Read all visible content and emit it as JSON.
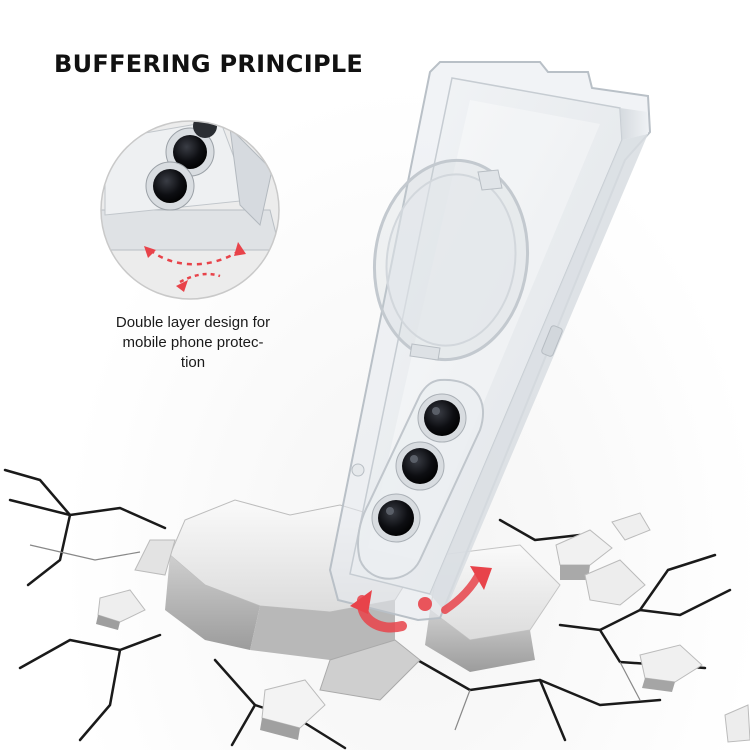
{
  "headline": "BUFFERING PRINCIPLE",
  "caption": {
    "lines": [
      "Double layer design for",
      "mobile phone protec-",
      "tion"
    ]
  },
  "colors": {
    "accent": "#e8434a",
    "text": "#111111"
  },
  "icons": {
    "arrows": "curved-arrow-icon",
    "ring": "ring-holder-icon"
  }
}
